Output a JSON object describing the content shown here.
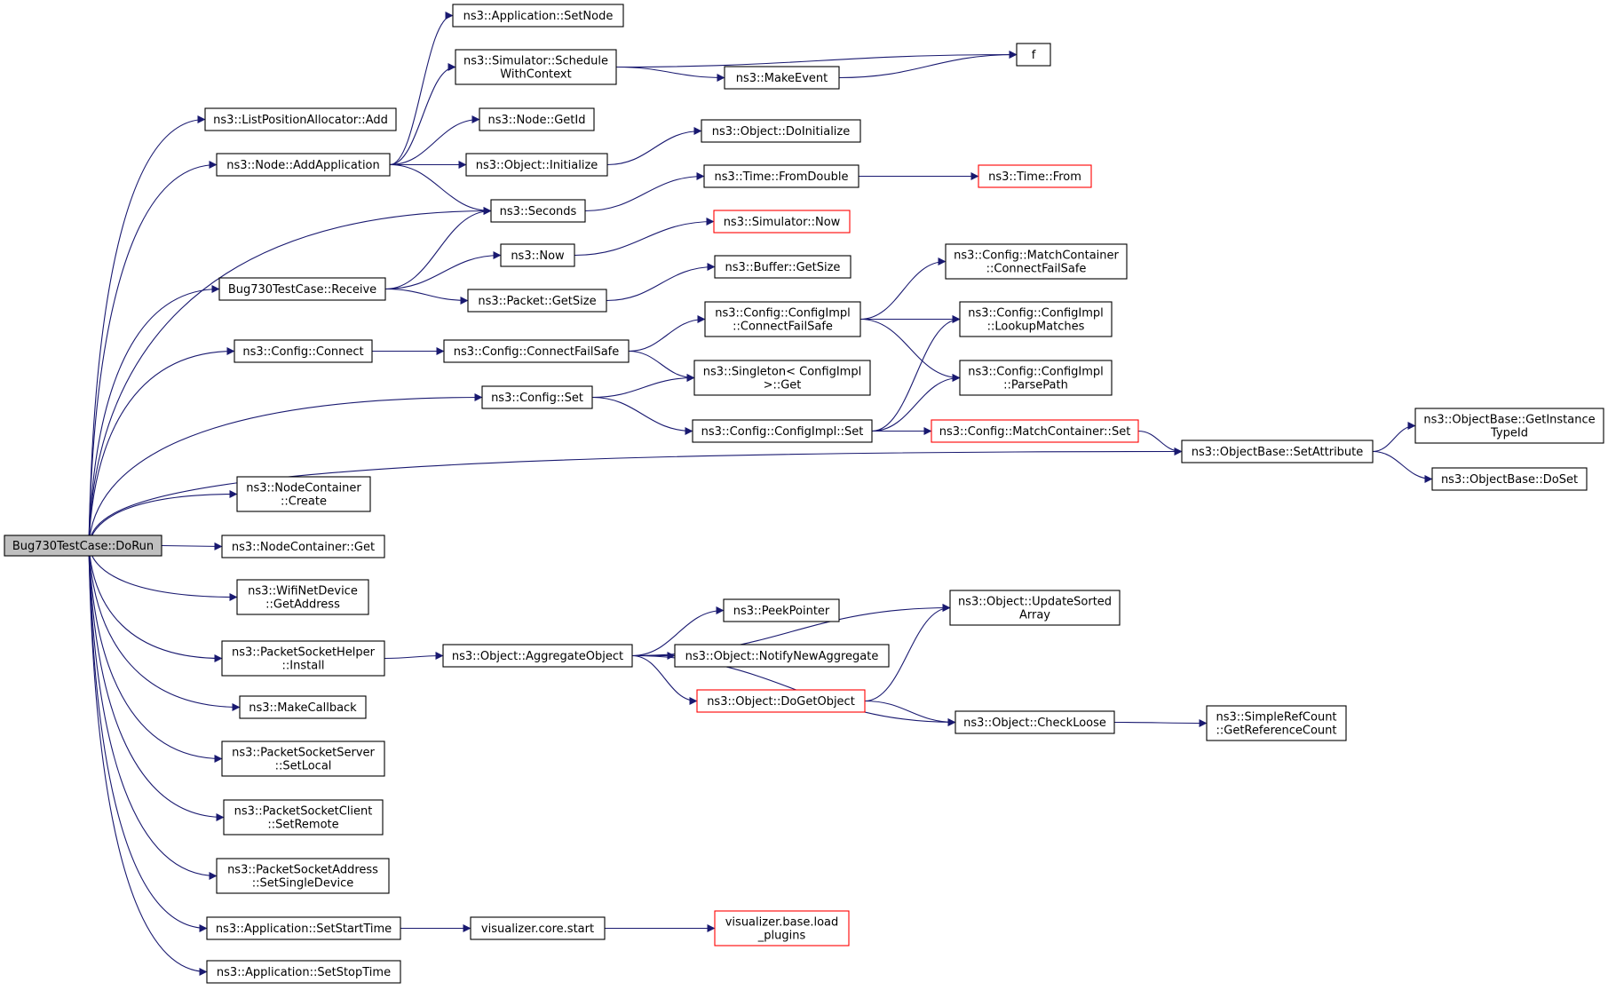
{
  "colors": {
    "edge": "#191970",
    "node_border": "#000000",
    "node_border_truncated": "#ff0000",
    "root_fill": "#bfbfbf",
    "node_fill": "#ffffff"
  },
  "nodes": [
    {
      "id": "dorun",
      "lines": [
        "Bug730TestCase::DoRun"
      ],
      "root": true
    },
    {
      "id": "listpos_add",
      "lines": [
        "ns3::ListPositionAllocator::Add"
      ]
    },
    {
      "id": "node_addapp",
      "lines": [
        "ns3::Node::AddApplication"
      ]
    },
    {
      "id": "app_setnode",
      "lines": [
        "ns3::Application::SetNode"
      ]
    },
    {
      "id": "sim_schedwctx",
      "lines": [
        "ns3::Simulator::Schedule",
        "WithContext"
      ]
    },
    {
      "id": "f",
      "lines": [
        "f"
      ]
    },
    {
      "id": "makeevent",
      "lines": [
        "ns3::MakeEvent"
      ]
    },
    {
      "id": "node_getid",
      "lines": [
        "ns3::Node::GetId"
      ]
    },
    {
      "id": "obj_initialize",
      "lines": [
        "ns3::Object::Initialize"
      ]
    },
    {
      "id": "obj_doinit",
      "lines": [
        "ns3::Object::DoInitialize"
      ]
    },
    {
      "id": "seconds",
      "lines": [
        "ns3::Seconds"
      ]
    },
    {
      "id": "time_fromdouble",
      "lines": [
        "ns3::Time::FromDouble"
      ]
    },
    {
      "id": "time_from",
      "lines": [
        "ns3::Time::From"
      ],
      "truncated": true
    },
    {
      "id": "bug_receive",
      "lines": [
        "Bug730TestCase::Receive"
      ]
    },
    {
      "id": "now",
      "lines": [
        "ns3::Now"
      ]
    },
    {
      "id": "sim_now",
      "lines": [
        "ns3::Simulator::Now"
      ],
      "truncated": true
    },
    {
      "id": "packet_getsize",
      "lines": [
        "ns3::Packet::GetSize"
      ]
    },
    {
      "id": "buffer_getsize",
      "lines": [
        "ns3::Buffer::GetSize"
      ]
    },
    {
      "id": "config_connect",
      "lines": [
        "ns3::Config::Connect"
      ]
    },
    {
      "id": "config_connectfailsafe",
      "lines": [
        "ns3::Config::ConnectFailSafe"
      ]
    },
    {
      "id": "cfgimpl_connectfailsafe",
      "lines": [
        "ns3::Config::ConfigImpl",
        "::ConnectFailSafe"
      ]
    },
    {
      "id": "mc_connectfailsafe",
      "lines": [
        "ns3::Config::MatchContainer",
        "::ConnectFailSafe"
      ]
    },
    {
      "id": "cfgimpl_lookup",
      "lines": [
        "ns3::Config::ConfigImpl",
        "::LookupMatches"
      ]
    },
    {
      "id": "cfgimpl_parsepath",
      "lines": [
        "ns3::Config::ConfigImpl",
        "::ParsePath"
      ]
    },
    {
      "id": "singleton_get",
      "lines": [
        "ns3::Singleton< ConfigImpl",
        " >::Get"
      ]
    },
    {
      "id": "config_set",
      "lines": [
        "ns3::Config::Set"
      ]
    },
    {
      "id": "cfgimpl_set",
      "lines": [
        "ns3::Config::ConfigImpl::Set"
      ]
    },
    {
      "id": "mc_set",
      "lines": [
        "ns3::Config::MatchContainer::Set"
      ],
      "truncated": true
    },
    {
      "id": "ob_setattr",
      "lines": [
        "ns3::ObjectBase::SetAttribute"
      ]
    },
    {
      "id": "ob_getinsttid",
      "lines": [
        "ns3::ObjectBase::GetInstance",
        "TypeId"
      ]
    },
    {
      "id": "ob_doset",
      "lines": [
        "ns3::ObjectBase::DoSet"
      ]
    },
    {
      "id": "nc_create",
      "lines": [
        "ns3::NodeContainer",
        "::Create"
      ]
    },
    {
      "id": "nc_get",
      "lines": [
        "ns3::NodeContainer::Get"
      ]
    },
    {
      "id": "wifi_getaddr",
      "lines": [
        "ns3::WifiNetDevice",
        "::GetAddress"
      ]
    },
    {
      "id": "psh_install",
      "lines": [
        "ns3::PacketSocketHelper",
        "::Install"
      ]
    },
    {
      "id": "obj_aggregate",
      "lines": [
        "ns3::Object::AggregateObject"
      ]
    },
    {
      "id": "peekpointer",
      "lines": [
        "ns3::PeekPointer"
      ]
    },
    {
      "id": "obj_notifynew",
      "lines": [
        "ns3::Object::NotifyNewAggregate"
      ]
    },
    {
      "id": "obj_dogetobject",
      "lines": [
        "ns3::Object::DoGetObject"
      ],
      "truncated": true
    },
    {
      "id": "obj_updatesorted",
      "lines": [
        "ns3::Object::UpdateSorted",
        "Array"
      ]
    },
    {
      "id": "obj_checkloose",
      "lines": [
        "ns3::Object::CheckLoose"
      ]
    },
    {
      "id": "srefcount",
      "lines": [
        "ns3::SimpleRefCount",
        "::GetReferenceCount"
      ]
    },
    {
      "id": "makecallback",
      "lines": [
        "ns3::MakeCallback"
      ]
    },
    {
      "id": "pss_setlocal",
      "lines": [
        "ns3::PacketSocketServer",
        "::SetLocal"
      ]
    },
    {
      "id": "psc_setremote",
      "lines": [
        "ns3::PacketSocketClient",
        "::SetRemote"
      ]
    },
    {
      "id": "psa_setsingle",
      "lines": [
        "ns3::PacketSocketAddress",
        "::SetSingleDevice"
      ]
    },
    {
      "id": "app_setstart",
      "lines": [
        "ns3::Application::SetStartTime"
      ]
    },
    {
      "id": "viz_core_start",
      "lines": [
        "visualizer.core.start"
      ]
    },
    {
      "id": "viz_base_load",
      "lines": [
        "visualizer.base.load",
        "_plugins"
      ],
      "truncated": true
    },
    {
      "id": "app_setstop",
      "lines": [
        "ns3::Application::SetStopTime"
      ]
    }
  ],
  "edges": [
    [
      "dorun",
      "listpos_add"
    ],
    [
      "dorun",
      "node_addapp"
    ],
    [
      "dorun",
      "seconds"
    ],
    [
      "dorun",
      "bug_receive"
    ],
    [
      "dorun",
      "config_connect"
    ],
    [
      "dorun",
      "config_set"
    ],
    [
      "dorun",
      "ob_setattr"
    ],
    [
      "dorun",
      "nc_create"
    ],
    [
      "dorun",
      "nc_get"
    ],
    [
      "dorun",
      "wifi_getaddr"
    ],
    [
      "dorun",
      "psh_install"
    ],
    [
      "dorun",
      "makecallback"
    ],
    [
      "dorun",
      "pss_setlocal"
    ],
    [
      "dorun",
      "psc_setremote"
    ],
    [
      "dorun",
      "psa_setsingle"
    ],
    [
      "dorun",
      "app_setstart"
    ],
    [
      "dorun",
      "app_setstop"
    ],
    [
      "node_addapp",
      "app_setnode"
    ],
    [
      "node_addapp",
      "sim_schedwctx"
    ],
    [
      "node_addapp",
      "node_getid"
    ],
    [
      "node_addapp",
      "obj_initialize"
    ],
    [
      "node_addapp",
      "seconds"
    ],
    [
      "sim_schedwctx",
      "f"
    ],
    [
      "sim_schedwctx",
      "makeevent"
    ],
    [
      "makeevent",
      "f"
    ],
    [
      "obj_initialize",
      "obj_doinit"
    ],
    [
      "seconds",
      "time_fromdouble"
    ],
    [
      "time_fromdouble",
      "time_from"
    ],
    [
      "bug_receive",
      "seconds"
    ],
    [
      "bug_receive",
      "now"
    ],
    [
      "bug_receive",
      "packet_getsize"
    ],
    [
      "now",
      "sim_now"
    ],
    [
      "packet_getsize",
      "buffer_getsize"
    ],
    [
      "config_connect",
      "config_connectfailsafe"
    ],
    [
      "config_connectfailsafe",
      "cfgimpl_connectfailsafe"
    ],
    [
      "config_connectfailsafe",
      "singleton_get"
    ],
    [
      "cfgimpl_connectfailsafe",
      "mc_connectfailsafe"
    ],
    [
      "cfgimpl_connectfailsafe",
      "cfgimpl_lookup"
    ],
    [
      "cfgimpl_connectfailsafe",
      "cfgimpl_parsepath"
    ],
    [
      "config_set",
      "singleton_get"
    ],
    [
      "config_set",
      "cfgimpl_set"
    ],
    [
      "cfgimpl_set",
      "cfgimpl_lookup"
    ],
    [
      "cfgimpl_set",
      "cfgimpl_parsepath"
    ],
    [
      "cfgimpl_set",
      "mc_set"
    ],
    [
      "mc_set",
      "ob_setattr"
    ],
    [
      "ob_setattr",
      "ob_getinsttid"
    ],
    [
      "ob_setattr",
      "ob_doset"
    ],
    [
      "psh_install",
      "obj_aggregate"
    ],
    [
      "obj_aggregate",
      "obj_updatesorted"
    ],
    [
      "obj_aggregate",
      "peekpointer"
    ],
    [
      "obj_aggregate",
      "obj_notifynew"
    ],
    [
      "obj_aggregate",
      "obj_dogetobject"
    ],
    [
      "obj_aggregate",
      "obj_checkloose"
    ],
    [
      "obj_dogetobject",
      "obj_updatesorted"
    ],
    [
      "obj_dogetobject",
      "obj_checkloose"
    ],
    [
      "obj_checkloose",
      "srefcount"
    ],
    [
      "app_setstart",
      "viz_core_start"
    ],
    [
      "viz_core_start",
      "viz_base_load"
    ]
  ]
}
